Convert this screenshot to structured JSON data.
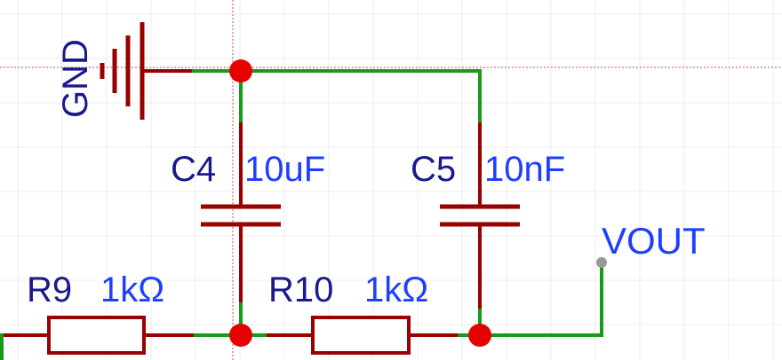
{
  "components": {
    "gnd": {
      "name": "GND"
    },
    "c4": {
      "designator": "C4",
      "value": "10uF"
    },
    "c5": {
      "designator": "C5",
      "value": "10nF"
    },
    "r9": {
      "designator": "R9",
      "value": "1kΩ"
    },
    "r10": {
      "designator": "R10",
      "value": "1kΩ"
    }
  },
  "nets": {
    "vout": {
      "label": "VOUT"
    }
  },
  "colors": {
    "wire": "#1a9a1a",
    "component": "#990000",
    "junction": "#e60000",
    "designator_text": "#1a1a8c",
    "value_text": "#1f3fff"
  }
}
